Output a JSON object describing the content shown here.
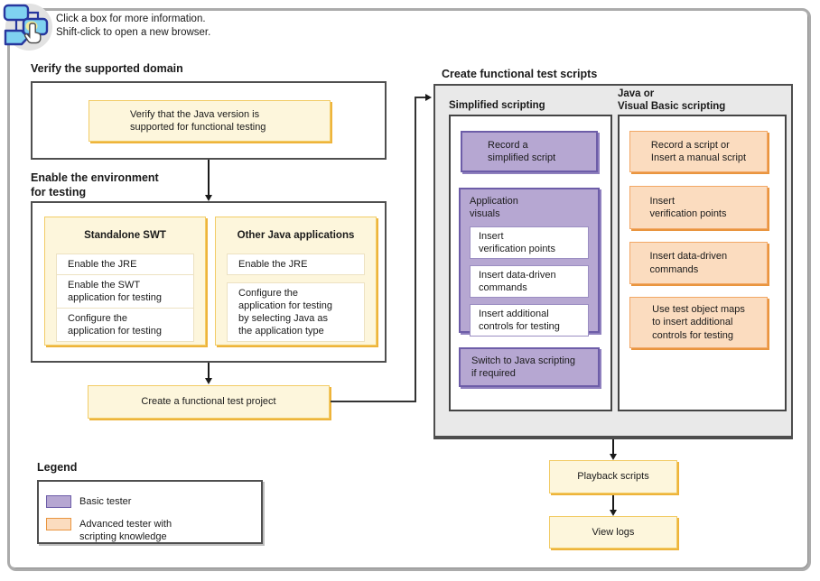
{
  "instructions": {
    "text": "Click a box for more information.\nShift-click to open a new browser."
  },
  "verify": {
    "heading": "Verify the supported domain",
    "box_label": "Verify that the Java version is\nsupported for functional testing"
  },
  "enable": {
    "heading": "Enable the environment\nfor testing",
    "standalone": {
      "title": "Standalone SWT",
      "items": [
        "Enable the JRE",
        "Enable the SWT\napplication for testing",
        "Configure the\napplication for testing"
      ]
    },
    "other": {
      "title": "Other Java applications",
      "items": [
        "Enable the JRE",
        "Configure the\napplication for testing\nby selecting Java as\nthe application type"
      ]
    }
  },
  "project_box_label": "Create a functional test project",
  "scripts": {
    "heading": "Create functional test scripts",
    "simplified": {
      "heading": "Simplified scripting",
      "record_label": "Record a\nsimplified script",
      "group_label": "Application\nvisuals",
      "group_items": [
        "Insert\nverification points",
        "Insert data-driven\ncommands",
        "Insert additional\ncontrols for testing"
      ],
      "switch_label": "Switch to Java scripting\nif required"
    },
    "java": {
      "heading": "Java or\nVisual Basic scripting",
      "items": [
        "Record a script or\nInsert a manual script",
        "Insert\nverification points",
        "Insert data-driven\ncommands",
        "Use test object maps\nto insert additional\ncontrols for testing"
      ]
    }
  },
  "playback_box_label": "Playback scripts",
  "viewlogs_box_label": "View logs",
  "legend": {
    "heading": "Legend",
    "items": [
      {
        "label": "Basic tester",
        "color": "#b6a7d2"
      },
      {
        "label": "Advanced tester with\nscripting knowledge",
        "color": "#fbdcbf"
      }
    ]
  },
  "colors": {
    "basic_tester_fill": "#b6a7d2",
    "basic_tester_border": "#6d5da8",
    "advanced_tester_fill": "#fbdcbf",
    "advanced_tester_border": "#f2a765",
    "task_box_fill": "#fdf6dc",
    "task_box_shadow": "#eeb43b",
    "panel_fill": "#e9e9e9"
  }
}
